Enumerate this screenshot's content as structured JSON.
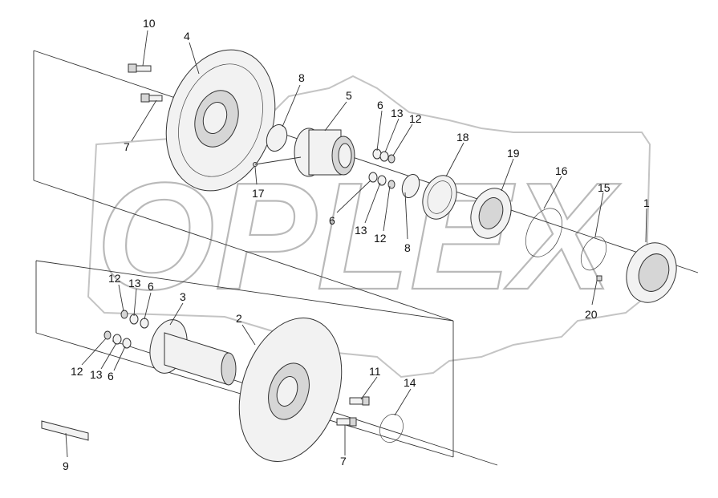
{
  "watermark": {
    "text": "OPLEX"
  },
  "callouts": [
    {
      "id": "c10",
      "text": "10"
    },
    {
      "id": "c4",
      "text": "4"
    },
    {
      "id": "c8a",
      "text": "8"
    },
    {
      "id": "c5",
      "text": "5"
    },
    {
      "id": "c6a",
      "text": "6"
    },
    {
      "id": "c13a",
      "text": "13"
    },
    {
      "id": "c12a",
      "text": "12"
    },
    {
      "id": "c18",
      "text": "18"
    },
    {
      "id": "c19",
      "text": "19"
    },
    {
      "id": "c16",
      "text": "16"
    },
    {
      "id": "c15",
      "text": "15"
    },
    {
      "id": "c1",
      "text": "1"
    },
    {
      "id": "c7a",
      "text": "7"
    },
    {
      "id": "c17",
      "text": "17"
    },
    {
      "id": "c6b",
      "text": "6"
    },
    {
      "id": "c13b",
      "text": "13"
    },
    {
      "id": "c12b",
      "text": "12"
    },
    {
      "id": "c8b",
      "text": "8"
    },
    {
      "id": "c20",
      "text": "20"
    },
    {
      "id": "c12c",
      "text": "12"
    },
    {
      "id": "c13c",
      "text": "13"
    },
    {
      "id": "c6c",
      "text": "6"
    },
    {
      "id": "c3",
      "text": "3"
    },
    {
      "id": "c2",
      "text": "2"
    },
    {
      "id": "c12d",
      "text": "12"
    },
    {
      "id": "c13d",
      "text": "13"
    },
    {
      "id": "c6d",
      "text": "6"
    },
    {
      "id": "c11",
      "text": "11"
    },
    {
      "id": "c14",
      "text": "14"
    },
    {
      "id": "c9",
      "text": "9"
    },
    {
      "id": "c7b",
      "text": "7"
    }
  ]
}
